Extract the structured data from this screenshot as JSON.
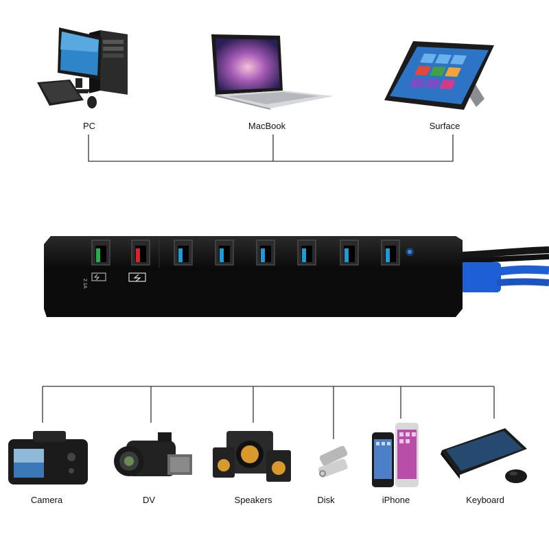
{
  "hosts": [
    {
      "label": "PC",
      "icon": "desktop-pc-icon"
    },
    {
      "label": "MacBook",
      "icon": "laptop-icon"
    },
    {
      "label": "Surface",
      "icon": "tablet-icon"
    }
  ],
  "devices": [
    {
      "label": "Camera",
      "icon": "camera-icon"
    },
    {
      "label": "DV",
      "icon": "camcorder-icon"
    },
    {
      "label": "Speakers",
      "icon": "speakers-icon"
    },
    {
      "label": "Disk",
      "icon": "usb-disk-icon"
    },
    {
      "label": "iPhone",
      "icon": "smartphone-icon"
    },
    {
      "label": "Keyboard",
      "icon": "keyboard-icon"
    }
  ],
  "hub": {
    "port_count": 8,
    "charge_port_labels": [
      "2.1A",
      ""
    ],
    "port_colors": [
      "#1fb24a",
      "#d8232a",
      "#1e9ad6",
      "#1e9ad6",
      "#1e9ad6",
      "#1e9ad6",
      "#1e9ad6",
      "#1e9ad6"
    ],
    "cable_color": "#1f5fd6",
    "led_color": "#2f8cff"
  }
}
